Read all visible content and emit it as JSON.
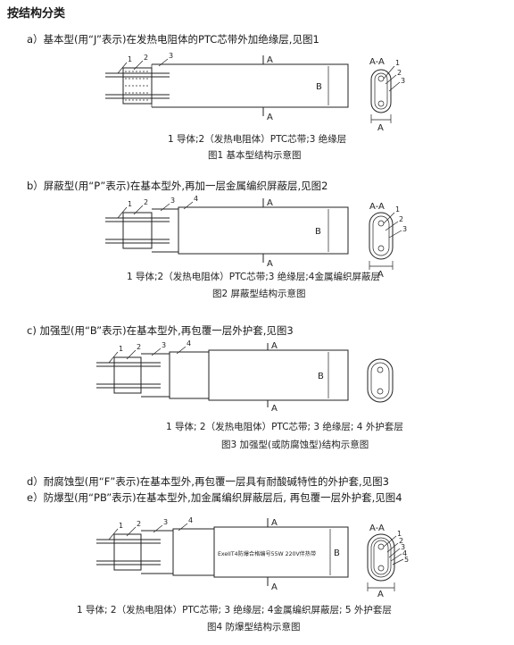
{
  "title": "按结构分类",
  "sections": [
    {
      "heading": "a）基本型(用“J”表示)在发热电阻体的PTC芯带外加绝缘层,见图1",
      "legend": "1 导体;2（发热电阻体）PTC芯带;3 绝缘层",
      "caption": "图1 基本型结构示意图",
      "callouts": [
        "1",
        "2",
        "3"
      ],
      "section_mark": "A",
      "dim_mark": "B",
      "cross_callouts": [
        "1",
        "2",
        "3"
      ]
    },
    {
      "heading": "b）屏蔽型(用“P”表示)在基本型外,再加一层金属编织屏蔽层,见图2",
      "legend": "1 导体;2（发热电阻体）PTC芯带;3 绝缘层;4金属编织屏蔽层",
      "caption": "图2 屏蔽型结构示意图",
      "callouts": [
        "1",
        "2",
        "3",
        "4"
      ],
      "section_mark": "A",
      "dim_mark": "B",
      "cross_callouts": [
        "1",
        "2",
        "3"
      ]
    },
    {
      "heading": "c) 加强型(用“B”表示)在基本型外,再包覆一层外护套,见图3",
      "legend": "1 导体; 2（发热电阻体）PTC芯带; 3 绝缘层; 4 外护套层",
      "caption": "图3 加强型(或防腐蚀型)结构示意图",
      "callouts": [
        "1",
        "2",
        "3",
        "4"
      ],
      "section_mark": "A",
      "dim_mark": "B"
    },
    {
      "heading_d": "d）耐腐蚀型(用“F”表示)在基本型外,再包覆一层具有耐酸碱特性的外护套,见图3",
      "heading_e": "e）防爆型(用“PB”表示)在基本型外,加金属编织屏蔽层后, 再包覆一层外护套,见图4",
      "legend": "1 导体; 2（发热电阻体）PTC芯带; 3 绝缘层; 4金属编织屏蔽层; 5 外护套层",
      "caption": "图4 防爆型结构示意图",
      "callouts": [
        "1",
        "2",
        "3",
        "4"
      ],
      "section_mark": "A",
      "dim_mark": "B",
      "print_text": "ExeIIT4防爆合格编号55W 220V伴热带",
      "cross_callouts": [
        "1",
        "2",
        "3",
        "4",
        "5"
      ]
    }
  ]
}
